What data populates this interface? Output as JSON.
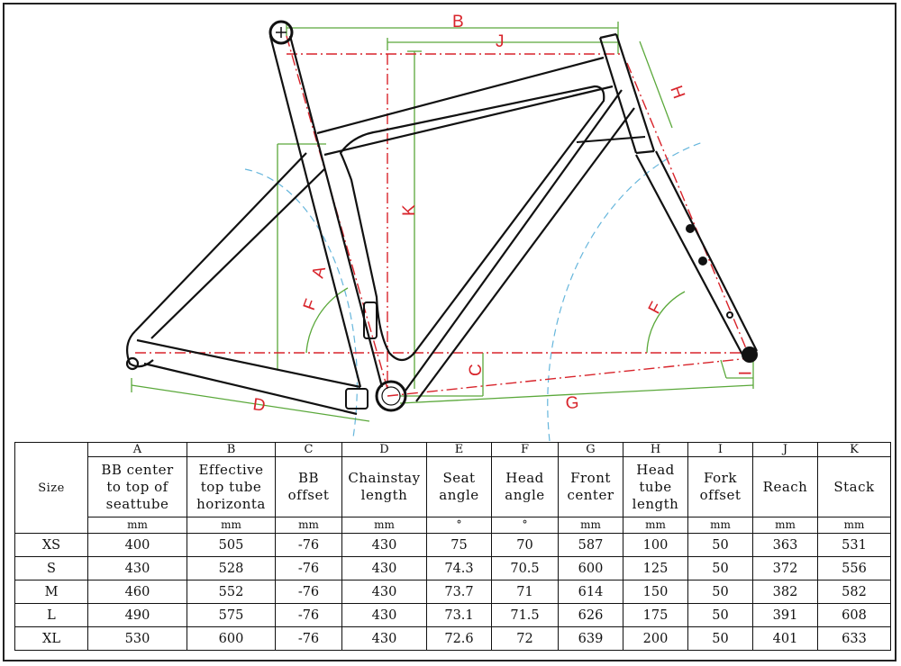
{
  "dimension_letters": [
    "B",
    "J",
    "H",
    "K",
    "A",
    "F",
    "C",
    "D",
    "G",
    "F",
    "I"
  ],
  "table": {
    "size_header": "Size",
    "columns": [
      {
        "letter": "A",
        "label": "BB center to top of seattube",
        "lines": [
          "BB center",
          "to top of",
          "seattube"
        ],
        "unit": "mm"
      },
      {
        "letter": "B",
        "label": "Effective top tube horizonta",
        "lines": [
          "Effective",
          "top tube",
          "horizonta"
        ],
        "unit": "mm"
      },
      {
        "letter": "C",
        "label": "BB offset",
        "lines": [
          "BB",
          "offset"
        ],
        "unit": "mm"
      },
      {
        "letter": "D",
        "label": "Chainstay length",
        "lines": [
          "Chainstay",
          "length"
        ],
        "unit": "mm"
      },
      {
        "letter": "E",
        "label": "Seat angle",
        "lines": [
          "Seat",
          "angle"
        ],
        "unit": "°"
      },
      {
        "letter": "F",
        "label": "Head angle",
        "lines": [
          "Head",
          "angle"
        ],
        "unit": "°"
      },
      {
        "letter": "G",
        "label": "Front center",
        "lines": [
          "Front",
          "center"
        ],
        "unit": "mm"
      },
      {
        "letter": "H",
        "label": "Head tube length",
        "lines": [
          "Head",
          "tube",
          "length"
        ],
        "unit": "mm"
      },
      {
        "letter": "I",
        "label": "Fork offset",
        "lines": [
          "Fork",
          "offset"
        ],
        "unit": "mm"
      },
      {
        "letter": "J",
        "label": "Reach",
        "lines": [
          "Reach"
        ],
        "unit": "mm"
      },
      {
        "letter": "K",
        "label": "Stack",
        "lines": [
          "Stack"
        ],
        "unit": "mm"
      }
    ],
    "rows": [
      {
        "size": "XS",
        "values": [
          "400",
          "505",
          "-76",
          "430",
          "75",
          "70",
          "587",
          "100",
          "50",
          "363",
          "531"
        ]
      },
      {
        "size": "S",
        "values": [
          "430",
          "528",
          "-76",
          "430",
          "74.3",
          "70.5",
          "600",
          "125",
          "50",
          "372",
          "556"
        ]
      },
      {
        "size": "M",
        "values": [
          "460",
          "552",
          "-76",
          "430",
          "73.7",
          "71",
          "614",
          "150",
          "50",
          "382",
          "582"
        ]
      },
      {
        "size": "L",
        "values": [
          "490",
          "575",
          "-76",
          "430",
          "73.1",
          "71.5",
          "626",
          "175",
          "50",
          "391",
          "608"
        ]
      },
      {
        "size": "XL",
        "values": [
          "530",
          "600",
          "-76",
          "430",
          "72.6",
          "72",
          "639",
          "200",
          "50",
          "401",
          "633"
        ]
      }
    ]
  },
  "colors": {
    "dimension_line": "#d8242b",
    "measure_line": "#5aa83a",
    "wheel_arc": "#66b6dc",
    "frame": "#111111"
  }
}
